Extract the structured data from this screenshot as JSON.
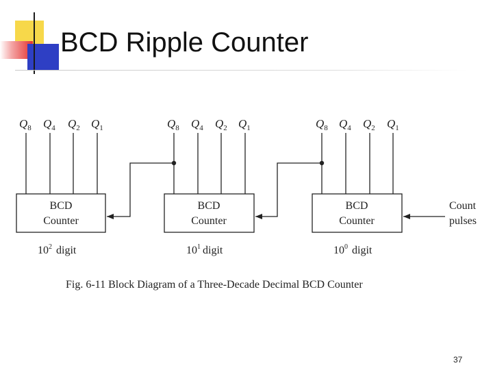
{
  "slide": {
    "title": "BCD Ripple Counter",
    "page_number": "37"
  },
  "diagram": {
    "caption": "Fig. 6-11  Block Diagram of a Three-Decade Decimal BCD Counter",
    "counters": [
      {
        "label_line1": "BCD",
        "label_line2": "Counter",
        "digit_base": "10",
        "digit_exp": "2",
        "digit_word": "digit",
        "outputs": [
          {
            "letter": "Q",
            "sub": "8"
          },
          {
            "letter": "Q",
            "sub": "4"
          },
          {
            "letter": "Q",
            "sub": "2"
          },
          {
            "letter": "Q",
            "sub": "1"
          }
        ]
      },
      {
        "label_line1": "BCD",
        "label_line2": "Counter",
        "digit_base": "10",
        "digit_exp": "1",
        "digit_word": "digit",
        "outputs": [
          {
            "letter": "Q",
            "sub": "8"
          },
          {
            "letter": "Q",
            "sub": "4"
          },
          {
            "letter": "Q",
            "sub": "2"
          },
          {
            "letter": "Q",
            "sub": "1"
          }
        ]
      },
      {
        "label_line1": "BCD",
        "label_line2": "Counter",
        "digit_base": "10",
        "digit_exp": "0",
        "digit_word": "digit",
        "outputs": [
          {
            "letter": "Q",
            "sub": "8"
          },
          {
            "letter": "Q",
            "sub": "4"
          },
          {
            "letter": "Q",
            "sub": "2"
          },
          {
            "letter": "Q",
            "sub": "1"
          }
        ]
      }
    ],
    "input_label_line1": "Count",
    "input_label_line2": "pulses"
  }
}
